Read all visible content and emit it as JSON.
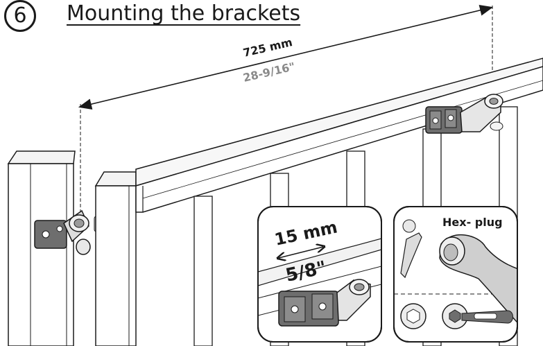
{
  "header": {
    "step_number": "6",
    "title": "Mounting the brackets"
  },
  "dimension": {
    "metric": "725 mm",
    "imperial": "28-9/16\""
  },
  "detail_left": {
    "metric": "15 mm",
    "imperial": "5/8\""
  },
  "detail_right": {
    "label": "Hex- plug"
  },
  "colors": {
    "ink": "#1a1a1a",
    "grey_text": "#8a8a8a",
    "panel_fill": "#f2f2f2",
    "bracket_dark": "#6e6e6e"
  }
}
